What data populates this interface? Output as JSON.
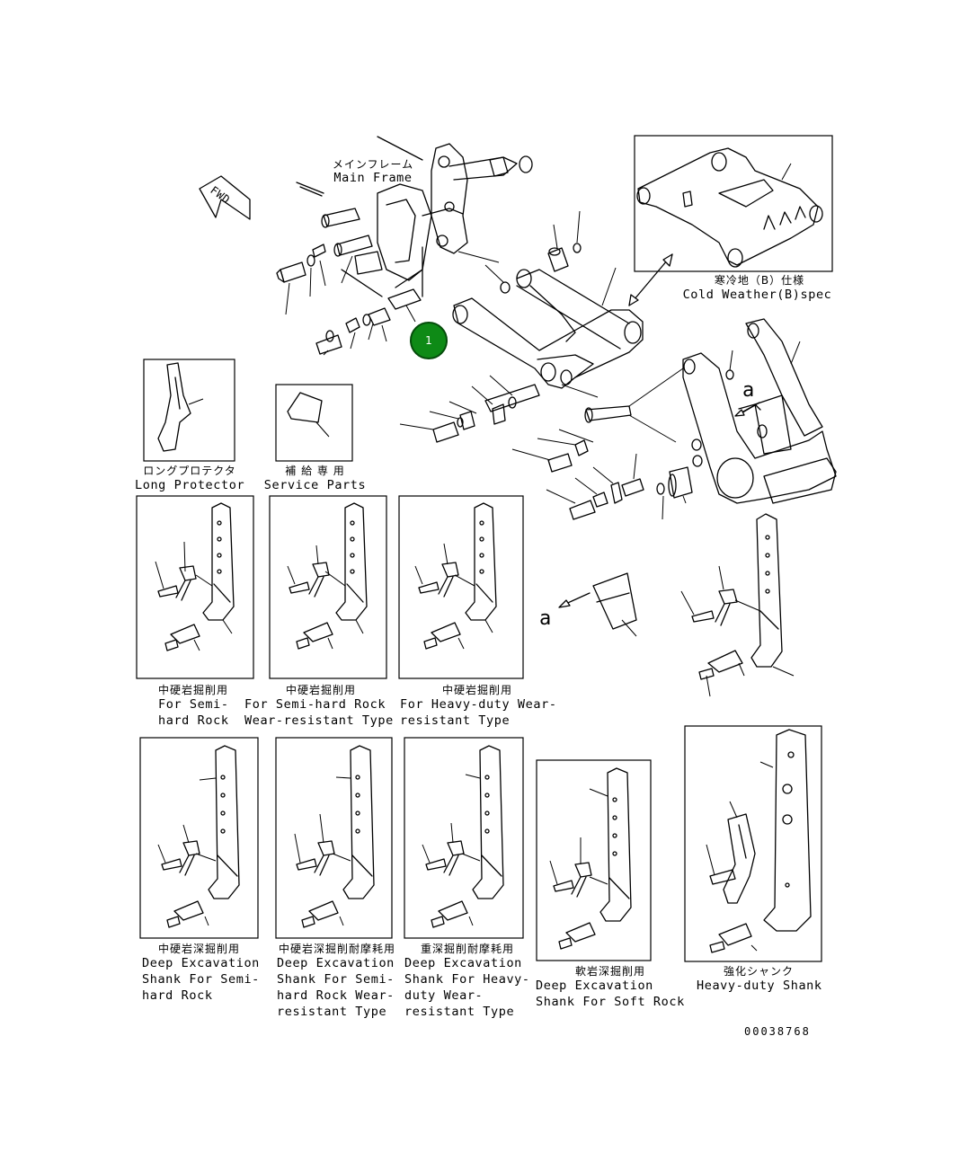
{
  "labels": {
    "main_frame_jp": "メインフレーム",
    "main_frame_en": "Main Frame",
    "fwd": "FWD",
    "cold_weather_jp": "寒冷地（B）仕様",
    "cold_weather_en": "Cold Weather(B)spec",
    "long_protector_jp": "ロングプロテクタ",
    "long_protector_en": "Long Protector",
    "service_parts_jp": "補 給 専 用",
    "service_parts_en": "Service Parts",
    "arrow_a": "a",
    "detail_a": "a",
    "semi_hard_jp": "中硬岩掘削用",
    "semi_hard_en1": "For Semi-",
    "semi_hard_en2": "hard Rock",
    "semi_hard_wear_jp": "中硬岩掘削用",
    "semi_hard_wear_en1": "For Semi-hard Rock",
    "semi_hard_wear_en2": "Wear-resistant Type",
    "heavy_wear_jp": "中硬岩掘削用",
    "heavy_wear_en1": "For Heavy-duty Wear-",
    "heavy_wear_en2": "resistant Type",
    "deep_semi_jp": "中硬岩深掘削用",
    "deep_semi_en1": "Deep Excavation",
    "deep_semi_en2": "Shank For Semi-",
    "deep_semi_en3": "hard Rock",
    "deep_semi_wear_jp": "中硬岩深掘削耐摩耗用",
    "deep_semi_wear_en1": "Deep Excavation",
    "deep_semi_wear_en2": "Shank For Semi-",
    "deep_semi_wear_en3": "hard Rock Wear-",
    "deep_semi_wear_en4": "resistant Type",
    "deep_heavy_jp": "重深掘削耐摩耗用",
    "deep_heavy_en1": "Deep Excavation",
    "deep_heavy_en2": "Shank For Heavy-",
    "deep_heavy_en3": "duty Wear-",
    "deep_heavy_en4": "resistant Type",
    "soft_jp": "軟岩深掘削用",
    "soft_en1": "Deep Excavation",
    "soft_en2": "Shank For Soft Rock",
    "heavy_shank_jp": "強化シャンク",
    "heavy_shank_en": "Heavy-duty Shank",
    "drawing_number": "00038768"
  },
  "callout": {
    "label": "1",
    "color": "#0e8a16"
  }
}
